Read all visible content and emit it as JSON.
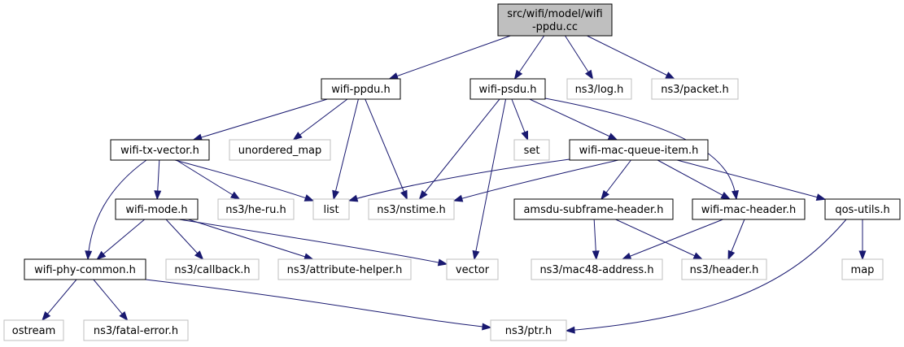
{
  "graph": {
    "edge_color": "#191970",
    "root_fill": "#bfbfbf",
    "external_border": "#bfbfbf",
    "nodes": [
      {
        "id": "root",
        "kind": "root",
        "lines": [
          "src/wifi/model/wifi",
          "-ppdu.cc"
        ]
      },
      {
        "id": "wifi_ppdu_h",
        "kind": "doc",
        "lines": [
          "wifi-ppdu.h"
        ]
      },
      {
        "id": "wifi_psdu_h",
        "kind": "doc",
        "lines": [
          "wifi-psdu.h"
        ]
      },
      {
        "id": "ns3_log_h",
        "kind": "ext",
        "lines": [
          "ns3/log.h"
        ]
      },
      {
        "id": "ns3_packet_h",
        "kind": "ext",
        "lines": [
          "ns3/packet.h"
        ]
      },
      {
        "id": "wifi_tx_vector_h",
        "kind": "doc",
        "lines": [
          "wifi-tx-vector.h"
        ]
      },
      {
        "id": "unordered_map",
        "kind": "ext",
        "lines": [
          "unordered_map"
        ]
      },
      {
        "id": "set",
        "kind": "ext",
        "lines": [
          "set"
        ]
      },
      {
        "id": "wifi_mac_queue_item_h",
        "kind": "doc",
        "lines": [
          "wifi-mac-queue-item.h"
        ]
      },
      {
        "id": "wifi_mode_h",
        "kind": "doc",
        "lines": [
          "wifi-mode.h"
        ]
      },
      {
        "id": "ns3_he_ru_h",
        "kind": "ext",
        "lines": [
          "ns3/he-ru.h"
        ]
      },
      {
        "id": "list",
        "kind": "ext",
        "lines": [
          "list"
        ]
      },
      {
        "id": "ns3_nstime_h",
        "kind": "ext",
        "lines": [
          "ns3/nstime.h"
        ]
      },
      {
        "id": "amsdu_subframe_header_h",
        "kind": "doc",
        "lines": [
          "amsdu-subframe-header.h"
        ]
      },
      {
        "id": "wifi_mac_header_h",
        "kind": "doc",
        "lines": [
          "wifi-mac-header.h"
        ]
      },
      {
        "id": "qos_utils_h",
        "kind": "doc",
        "lines": [
          "qos-utils.h"
        ]
      },
      {
        "id": "wifi_phy_common_h",
        "kind": "doc",
        "lines": [
          "wifi-phy-common.h"
        ]
      },
      {
        "id": "ns3_callback_h",
        "kind": "ext",
        "lines": [
          "ns3/callback.h"
        ]
      },
      {
        "id": "ns3_attribute_helper_h",
        "kind": "ext",
        "lines": [
          "ns3/attribute-helper.h"
        ]
      },
      {
        "id": "vector",
        "kind": "ext",
        "lines": [
          "vector"
        ]
      },
      {
        "id": "ns3_mac48_address_h",
        "kind": "ext",
        "lines": [
          "ns3/mac48-address.h"
        ]
      },
      {
        "id": "ns3_header_h",
        "kind": "ext",
        "lines": [
          "ns3/header.h"
        ]
      },
      {
        "id": "map",
        "kind": "ext",
        "lines": [
          "map"
        ]
      },
      {
        "id": "ostream",
        "kind": "ext",
        "lines": [
          "ostream"
        ]
      },
      {
        "id": "ns3_fatal_error_h",
        "kind": "ext",
        "lines": [
          "ns3/fatal-error.h"
        ]
      },
      {
        "id": "ns3_ptr_h",
        "kind": "ext",
        "lines": [
          "ns3/ptr.h"
        ]
      }
    ],
    "edges": [
      [
        "root",
        "wifi_ppdu_h"
      ],
      [
        "root",
        "wifi_psdu_h"
      ],
      [
        "root",
        "ns3_log_h"
      ],
      [
        "root",
        "ns3_packet_h"
      ],
      [
        "wifi_ppdu_h",
        "wifi_tx_vector_h"
      ],
      [
        "wifi_ppdu_h",
        "unordered_map"
      ],
      [
        "wifi_ppdu_h",
        "list"
      ],
      [
        "wifi_ppdu_h",
        "ns3_nstime_h"
      ],
      [
        "wifi_psdu_h",
        "set"
      ],
      [
        "wifi_psdu_h",
        "wifi_mac_queue_item_h"
      ],
      [
        "wifi_psdu_h",
        "ns3_nstime_h"
      ],
      [
        "wifi_psdu_h",
        "vector"
      ],
      [
        "wifi_psdu_h",
        "wifi_mac_header_h"
      ],
      [
        "wifi_tx_vector_h",
        "wifi_mode_h"
      ],
      [
        "wifi_tx_vector_h",
        "ns3_he_ru_h"
      ],
      [
        "wifi_tx_vector_h",
        "list"
      ],
      [
        "wifi_tx_vector_h",
        "wifi_phy_common_h"
      ],
      [
        "wifi_mac_queue_item_h",
        "list"
      ],
      [
        "wifi_mac_queue_item_h",
        "ns3_nstime_h"
      ],
      [
        "wifi_mac_queue_item_h",
        "amsdu_subframe_header_h"
      ],
      [
        "wifi_mac_queue_item_h",
        "wifi_mac_header_h"
      ],
      [
        "wifi_mac_queue_item_h",
        "qos_utils_h"
      ],
      [
        "wifi_mode_h",
        "wifi_phy_common_h"
      ],
      [
        "wifi_mode_h",
        "ns3_callback_h"
      ],
      [
        "wifi_mode_h",
        "ns3_attribute_helper_h"
      ],
      [
        "wifi_mode_h",
        "vector"
      ],
      [
        "amsdu_subframe_header_h",
        "ns3_mac48_address_h"
      ],
      [
        "amsdu_subframe_header_h",
        "ns3_header_h"
      ],
      [
        "wifi_mac_header_h",
        "ns3_mac48_address_h"
      ],
      [
        "wifi_mac_header_h",
        "ns3_header_h"
      ],
      [
        "qos_utils_h",
        "map"
      ],
      [
        "qos_utils_h",
        "ns3_ptr_h"
      ],
      [
        "wifi_phy_common_h",
        "ostream"
      ],
      [
        "wifi_phy_common_h",
        "ns3_fatal_error_h"
      ],
      [
        "wifi_phy_common_h",
        "ns3_ptr_h"
      ]
    ]
  }
}
